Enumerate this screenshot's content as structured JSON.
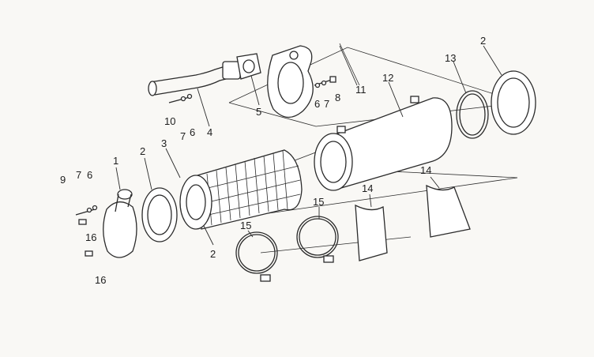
{
  "diagram": {
    "callouts": [
      {
        "id": "c1",
        "text": "1"
      },
      {
        "id": "c2a",
        "text": "2"
      },
      {
        "id": "c2b",
        "text": "2"
      },
      {
        "id": "c2c",
        "text": "2"
      },
      {
        "id": "c3",
        "text": "3"
      },
      {
        "id": "c4",
        "text": "4"
      },
      {
        "id": "c5",
        "text": "5"
      },
      {
        "id": "c6a",
        "text": "6"
      },
      {
        "id": "c6b",
        "text": "6"
      },
      {
        "id": "c6c",
        "text": "6"
      },
      {
        "id": "c7a",
        "text": "7"
      },
      {
        "id": "c7b",
        "text": "7"
      },
      {
        "id": "c7c",
        "text": "7"
      },
      {
        "id": "c8",
        "text": "8"
      },
      {
        "id": "c9",
        "text": "9"
      },
      {
        "id": "c10",
        "text": "10"
      },
      {
        "id": "c11",
        "text": "11"
      },
      {
        "id": "c12",
        "text": "12"
      },
      {
        "id": "c13",
        "text": "13"
      },
      {
        "id": "c14a",
        "text": "14"
      },
      {
        "id": "c14b",
        "text": "14"
      },
      {
        "id": "c15a",
        "text": "15"
      },
      {
        "id": "c15b",
        "text": "15"
      },
      {
        "id": "c16a",
        "text": "16"
      },
      {
        "id": "c16b",
        "text": "16"
      }
    ]
  }
}
